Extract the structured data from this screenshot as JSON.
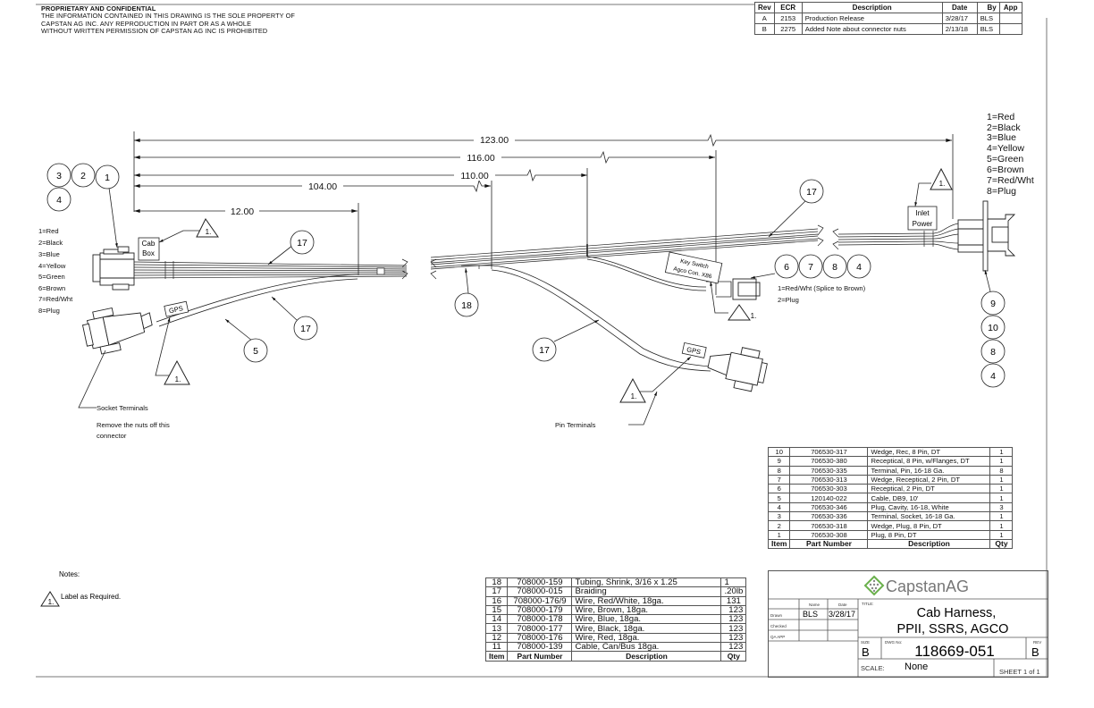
{
  "confidentiality": {
    "heading": "PROPRIETARY AND CONFIDENTIAL",
    "lines": [
      "THE INFORMATION CONTAINED IN THIS DRAWING IS THE SOLE PROPERTY OF",
      "CAPSTAN AG INC. ANY REPRODUCTION IN PART OR AS A WHOLE",
      "WITHOUT WRITTEN PERMISSION OF CAPSTAN AG INC IS PROHIBITED"
    ]
  },
  "revision_table": {
    "headers": [
      "Rev",
      "ECR",
      "Description",
      "Date",
      "By",
      "App"
    ],
    "rows": [
      {
        "rev": "A",
        "ecr": "2153",
        "description": "Production Release",
        "date": "3/28/17",
        "by": "BLS",
        "app": ""
      },
      {
        "rev": "B",
        "ecr": "2275",
        "description": "Added Note about connector nuts",
        "date": "2/13/18",
        "by": "BLS",
        "app": ""
      }
    ]
  },
  "dimensions": {
    "d123": "123.00",
    "d116": "116.00",
    "d110": "110.00",
    "d104": "104.00",
    "d12": "12.00"
  },
  "balloons": {
    "b1": "1",
    "b2": "2",
    "b3": "3",
    "b4": "4",
    "b17a": "17",
    "b17b": "17",
    "b17c": "17",
    "b17d": "17",
    "b5": "5",
    "b18": "18",
    "b6": "6",
    "b7": "7",
    "b8a": "8",
    "b4b": "4",
    "b9": "9",
    "b10": "10",
    "b8b": "8",
    "b4c": "4"
  },
  "note_flag": "1.",
  "labels": {
    "cab_box_1": "Cab",
    "cab_box_2": "Box",
    "gps_left": "GPS",
    "gps_right": "GPS",
    "key_switch_1": "Key Switch",
    "key_switch_2": "Agco Con. X86",
    "inlet_power_1": "Inlet",
    "inlet_power_2": "Power",
    "socket_terminals": "Socket Terminals",
    "remove_nuts_1": "Remove the nuts off this",
    "remove_nuts_2": "connector",
    "pin_terminals": "Pin Terminals",
    "keyswitch_pin1": "1=Red/Wht (Splice to Brown)",
    "keyswitch_pin2": "2=Plug"
  },
  "pinout_left": [
    "1=Red",
    "2=Black",
    "3=Blue",
    "4=Yellow",
    "5=Green",
    "6=Brown",
    "7=Red/Wht",
    "8=Plug"
  ],
  "pinout_right": [
    "1=Red",
    "2=Black",
    "3=Blue",
    "4=Yellow",
    "5=Green",
    "6=Brown",
    "7=Red/Wht",
    "8=Plug"
  ],
  "notes": {
    "heading": "Notes:",
    "items": [
      {
        "flag": "1.",
        "text": "Label as Required."
      }
    ]
  },
  "bom_right": {
    "headers": [
      "Item",
      "Part Number",
      "Description",
      "Qty"
    ],
    "rows": [
      {
        "item": "10",
        "part": "706530-317",
        "desc": "Wedge, Rec, 8 Pin, DT",
        "qty": "1"
      },
      {
        "item": "9",
        "part": "706530-380",
        "desc": "Receptical, 8 Pin, w/Flanges, DT",
        "qty": "1"
      },
      {
        "item": "8",
        "part": "706530-335",
        "desc": "Terminal, Pin, 16-18 Ga.",
        "qty": "8"
      },
      {
        "item": "7",
        "part": "706530-313",
        "desc": "Wedge, Receptical, 2 Pin, DT",
        "qty": "1"
      },
      {
        "item": "6",
        "part": "706530-303",
        "desc": "Receptical, 2 Pin, DT",
        "qty": "1"
      },
      {
        "item": "5",
        "part": "120140-022",
        "desc": "Cable, DB9, 10'",
        "qty": "1"
      },
      {
        "item": "4",
        "part": "706530-346",
        "desc": "Plug, Cavity, 16-18, White",
        "qty": "3"
      },
      {
        "item": "3",
        "part": "706530-336",
        "desc": "Terminal, Socket, 16-18 Ga.",
        "qty": "1"
      },
      {
        "item": "2",
        "part": "706530-318",
        "desc": "Wedge, Plug, 8 Pin, DT",
        "qty": "1"
      },
      {
        "item": "1",
        "part": "706530-308",
        "desc": "Plug, 8 Pin, DT",
        "qty": "1"
      }
    ]
  },
  "bom_left": {
    "headers": [
      "Item",
      "Part Number",
      "Description",
      "Qty"
    ],
    "rows": [
      {
        "item": "18",
        "part": "708000-159",
        "desc": "Tubing, Shrink, 3/16 x 1.25",
        "qty": "1"
      },
      {
        "item": "17",
        "part": "708000-015",
        "desc": "Braiding",
        "qty": ".20lb"
      },
      {
        "item": "16",
        "part": "708000-176/9",
        "desc": "Wire, Red/White, 18ga.",
        "qty": "131"
      },
      {
        "item": "15",
        "part": "708000-179",
        "desc": "Wire, Brown, 18ga.",
        "qty": "123"
      },
      {
        "item": "14",
        "part": "708000-178",
        "desc": "Wire, Blue, 18ga.",
        "qty": "123"
      },
      {
        "item": "13",
        "part": "708000-177",
        "desc": "Wire, Black, 18ga.",
        "qty": "123"
      },
      {
        "item": "12",
        "part": "708000-176",
        "desc": "Wire, Red, 18ga.",
        "qty": "123"
      },
      {
        "item": "11",
        "part": "708000-139",
        "desc": "Cable, Can/Bus 18ga.",
        "qty": "123"
      }
    ]
  },
  "title_block": {
    "company": "CapstanAG",
    "brand_color": "#6ab04c",
    "approvals_headers": {
      "name": "Name",
      "date": "Date"
    },
    "approvals": [
      {
        "role": "Drawn",
        "name": "BLS",
        "date": "3/28/17"
      },
      {
        "role": "Checked",
        "name": "",
        "date": ""
      },
      {
        "role": "QA APP",
        "name": "",
        "date": ""
      }
    ],
    "title_label": "TITLE:",
    "title_line1": "Cab Harness,",
    "title_line2": "PPII, SSRS, AGCO",
    "size_label": "SIZE",
    "size": "B",
    "dwg_label": "DWG No:",
    "dwg_no": "118669-051",
    "rev_label": "REV",
    "rev": "B",
    "scale_label": "SCALE:",
    "scale": "None",
    "sheet": "SHEET 1 of 1"
  }
}
